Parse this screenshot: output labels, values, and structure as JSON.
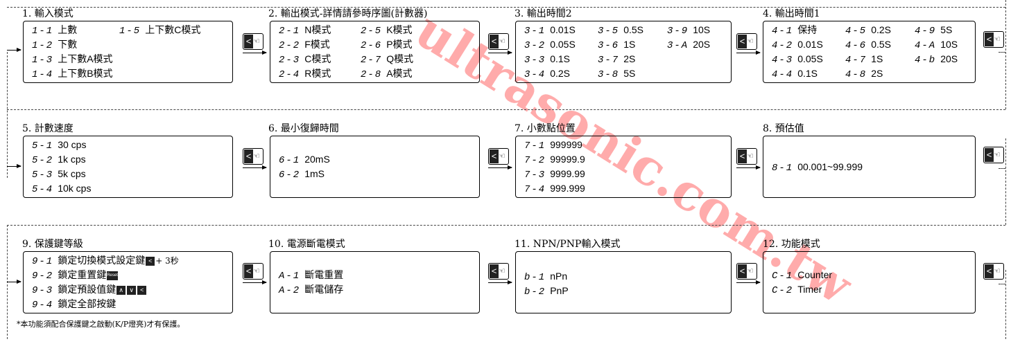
{
  "watermark": "ultrasonic.com.tw",
  "sections": [
    {
      "title": "1. 輸入模式",
      "rows": [
        [
          "1-1",
          "上數"
        ],
        [
          "1-5",
          "上下數C模式"
        ],
        [
          "1-2",
          "下數"
        ],
        [
          "1-3",
          "上下數A模式"
        ],
        [
          "1-4",
          "上下數B模式"
        ]
      ]
    },
    {
      "title": "2. 輸出模式-詳情請參時序圖(計數器)",
      "rows": [
        [
          "2-1",
          "N模式"
        ],
        [
          "2-5",
          "K模式"
        ],
        [
          "2-2",
          "F模式"
        ],
        [
          "2-6",
          "P模式"
        ],
        [
          "2-3",
          "C模式"
        ],
        [
          "2-7",
          "Q模式"
        ],
        [
          "2-4",
          "R模式"
        ],
        [
          "2-8",
          "A模式"
        ]
      ]
    },
    {
      "title": "3. 輸出時間2",
      "rows": [
        [
          "3-1",
          "0.01S"
        ],
        [
          "3-5",
          "0.5S"
        ],
        [
          "3-9",
          "10S"
        ],
        [
          "3-2",
          "0.05S"
        ],
        [
          "3-6",
          "1S"
        ],
        [
          "3-A",
          "20S"
        ],
        [
          "3-3",
          "0.1S"
        ],
        [
          "3-7",
          "2S"
        ],
        [
          "3-4",
          "0.2S"
        ],
        [
          "3-8",
          "5S"
        ]
      ]
    },
    {
      "title": "4. 輸出時間1",
      "rows": [
        [
          "4-1",
          "保持"
        ],
        [
          "4-5",
          "0.2S"
        ],
        [
          "4-9",
          "5S"
        ],
        [
          "4-2",
          "0.01S"
        ],
        [
          "4-6",
          "0.5S"
        ],
        [
          "4-A",
          "10S"
        ],
        [
          "4-3",
          "0.05S"
        ],
        [
          "4-7",
          "1S"
        ],
        [
          "4-b",
          "20S"
        ],
        [
          "4-4",
          "0.1S"
        ],
        [
          "4-8",
          "2S"
        ]
      ]
    },
    {
      "title": "5. 計數速度",
      "rows": [
        [
          "5-1",
          "30 cps"
        ],
        [
          "5-2",
          "1k cps"
        ],
        [
          "5-3",
          "5k cps"
        ],
        [
          "5-4",
          "10k cps"
        ]
      ]
    },
    {
      "title": "6. 最小復歸時間",
      "rows": [
        [
          "6-1",
          "20mS"
        ],
        [
          "6-2",
          "1mS"
        ]
      ]
    },
    {
      "title": "7. 小數點位置",
      "rows": [
        [
          "7-1",
          "999999"
        ],
        [
          "7-2",
          "99999.9"
        ],
        [
          "7-3",
          "9999.99"
        ],
        [
          "7-4",
          "999.999"
        ]
      ]
    },
    {
      "title": "8. 預估值",
      "rows": [
        [
          "8-1",
          "00.001~99.999"
        ]
      ]
    },
    {
      "title": "9. 保護鍵等級",
      "rows": [
        [
          "9-1",
          "鎖定切換模式設定鍵"
        ],
        [
          "9-2",
          "鎖定重置鍵"
        ],
        [
          "9-3",
          "鎖定預設值鍵"
        ],
        [
          "9-4",
          "鎖定全部按鍵"
        ]
      ]
    },
    {
      "title": "10. 電源斷電模式",
      "rows": [
        [
          "A-1",
          "斷電重置"
        ],
        [
          "A-2",
          "斷電儲存"
        ]
      ]
    },
    {
      "title": "11. NPN/PNP輸入模式",
      "rows": [
        [
          "b-1",
          "nPn"
        ],
        [
          "b-2",
          "PnP"
        ]
      ]
    },
    {
      "title": "12. 功能模式",
      "rows": [
        [
          "C-1",
          "Counter"
        ],
        [
          "C-2",
          "Timer"
        ]
      ]
    }
  ],
  "extras": {
    "plus_3s": "+ 3秒",
    "reset_key": "Reset",
    "left_key": "<",
    "up_key": "∧",
    "down_key": "∨",
    "footnote": "*本功能須配合保護鍵之啟動(K/P燈亮)才有保護。"
  },
  "icons": {
    "mode_button": "mode-left-button",
    "hand": "hand-press-icon"
  }
}
